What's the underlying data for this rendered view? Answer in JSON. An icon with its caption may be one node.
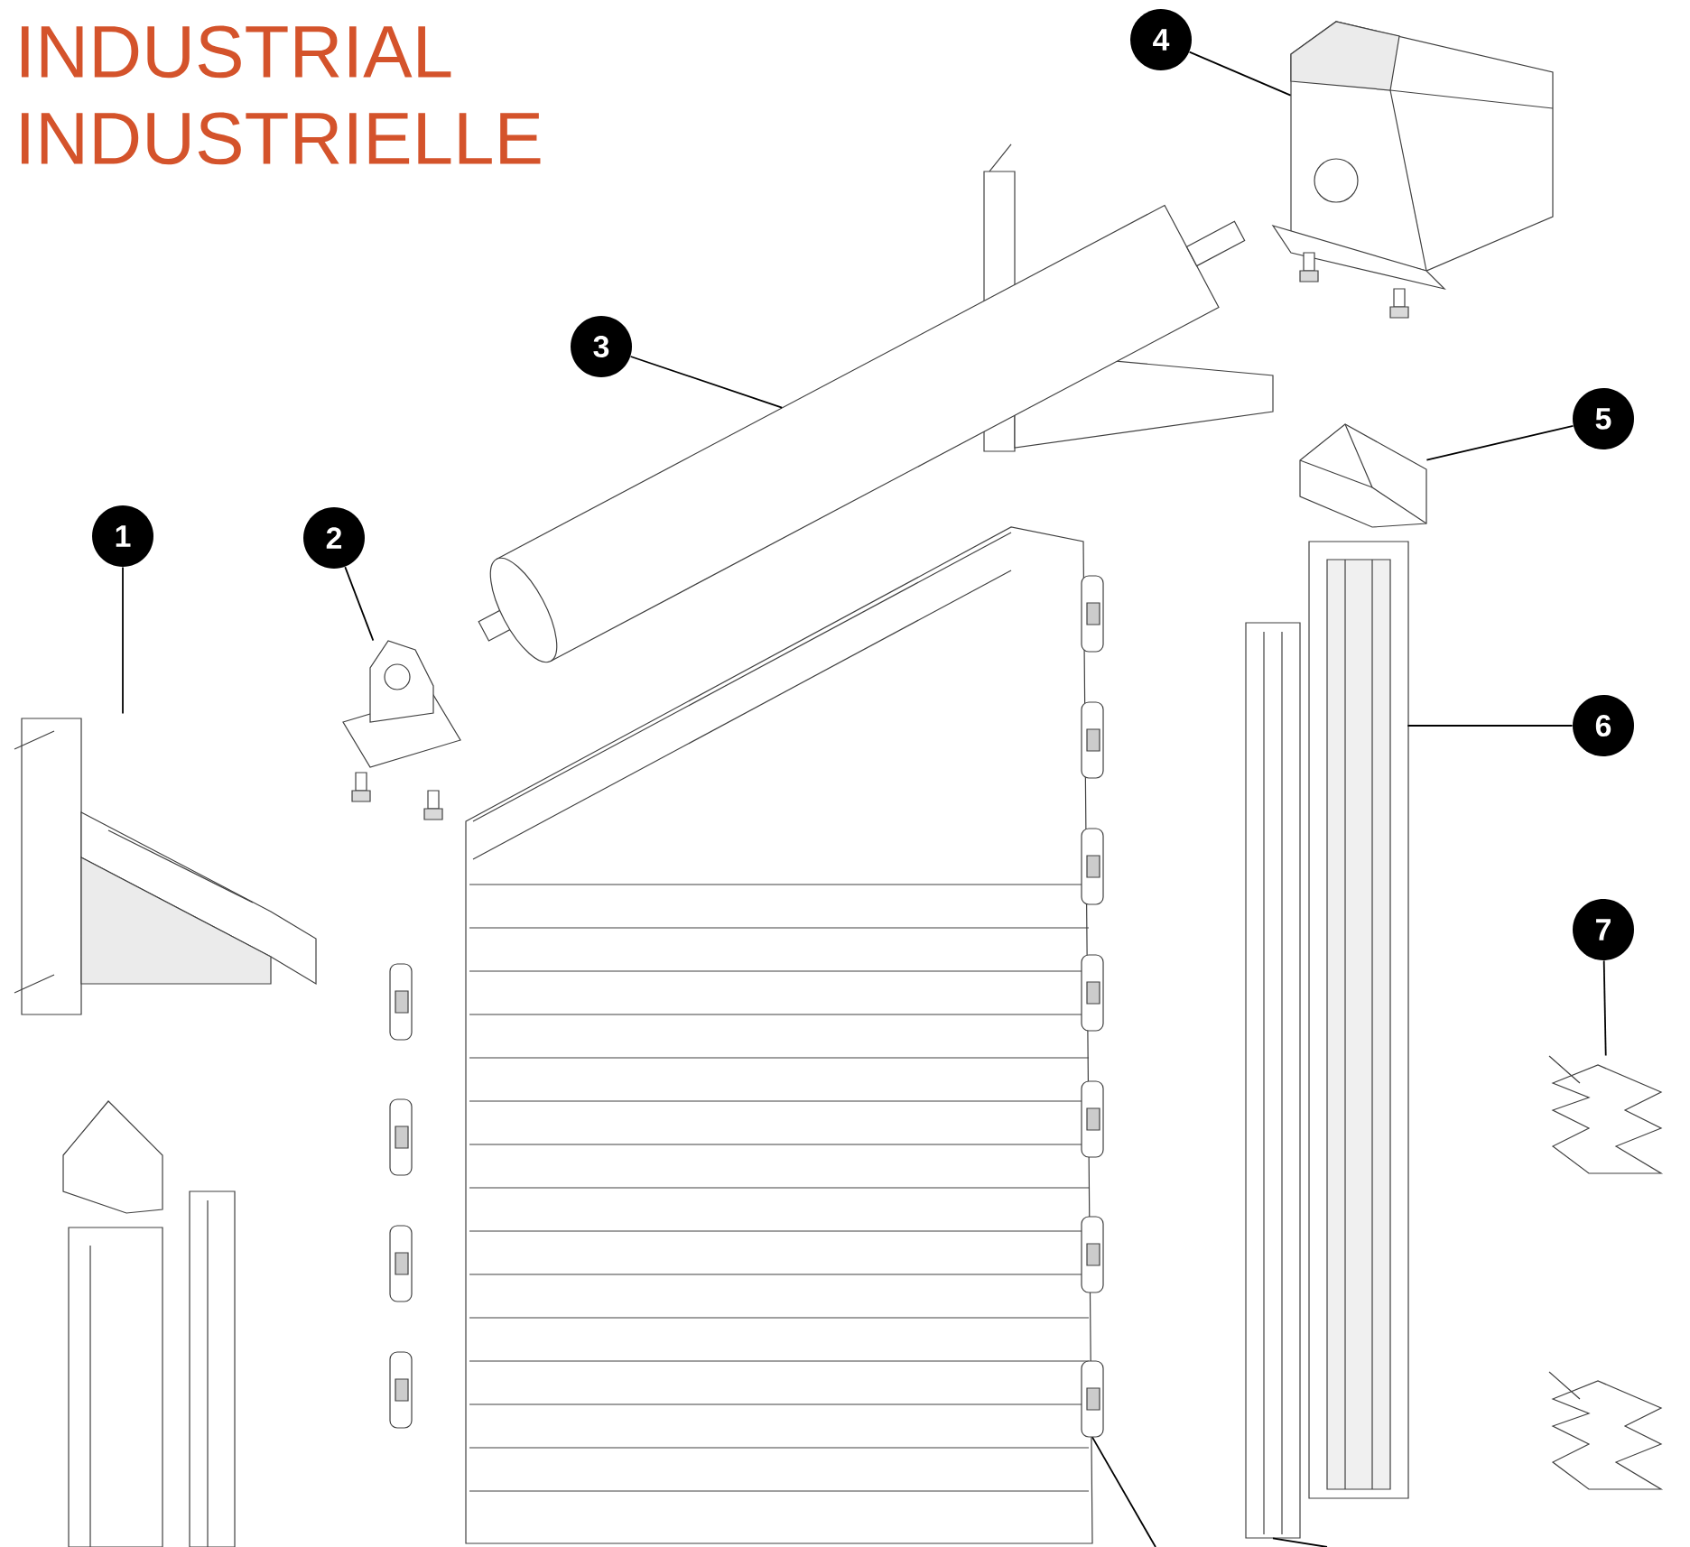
{
  "diagram": {
    "nodes": [
      {
        "text": [
          "1"
        ]
      },
      {
        "text": [
          "2"
        ]
      },
      {
        "text": [
          "3"
        ]
      },
      {
        "text": [
          "4"
        ]
      },
      {
        "text": [
          "5"
        ]
      },
      {
        "text": [
          "6"
        ]
      },
      {
        "text": [
          "7"
        ]
      },
      {
        "text": [],
        "shape": "picture"
      },
      {
        "text": [],
        "shape": "picture"
      },
      {
        "text": [],
        "shape": "picture"
      },
      {
        "text": [],
        "shape": "picture"
      },
      {
        "text": [],
        "shape": "picture"
      },
      {
        "text": [],
        "shape": "picture"
      },
      {
        "text": [],
        "shape": "picture"
      },
      {
        "text": [],
        "shape": "picture"
      },
      {
        "text": [],
        "shape": "picture"
      }
    ],
    "edges": [
      {
        "from": 0,
        "to": 7,
        "arrow": "none"
      },
      {
        "from": 1,
        "to": 8,
        "arrow": "none"
      },
      {
        "from": 2,
        "to": 9,
        "arrow": "none"
      },
      {
        "from": 3,
        "to": 10,
        "arrow": "none"
      },
      {
        "from": 4,
        "to": 11,
        "arrow": "none"
      },
      {
        "from": 5,
        "to": 12,
        "arrow": "none"
      },
      {
        "from": 6,
        "to": 13,
        "arrow": "none"
      },
      {
        "from": null,
        "to": 14,
        "arrow": "none"
      },
      {
        "from": null,
        "to": 15,
        "arrow": "none"
      }
    ],
    "labels": [
      "INDUSTRIAL",
      "INDUSTRIELLE"
    ]
  }
}
